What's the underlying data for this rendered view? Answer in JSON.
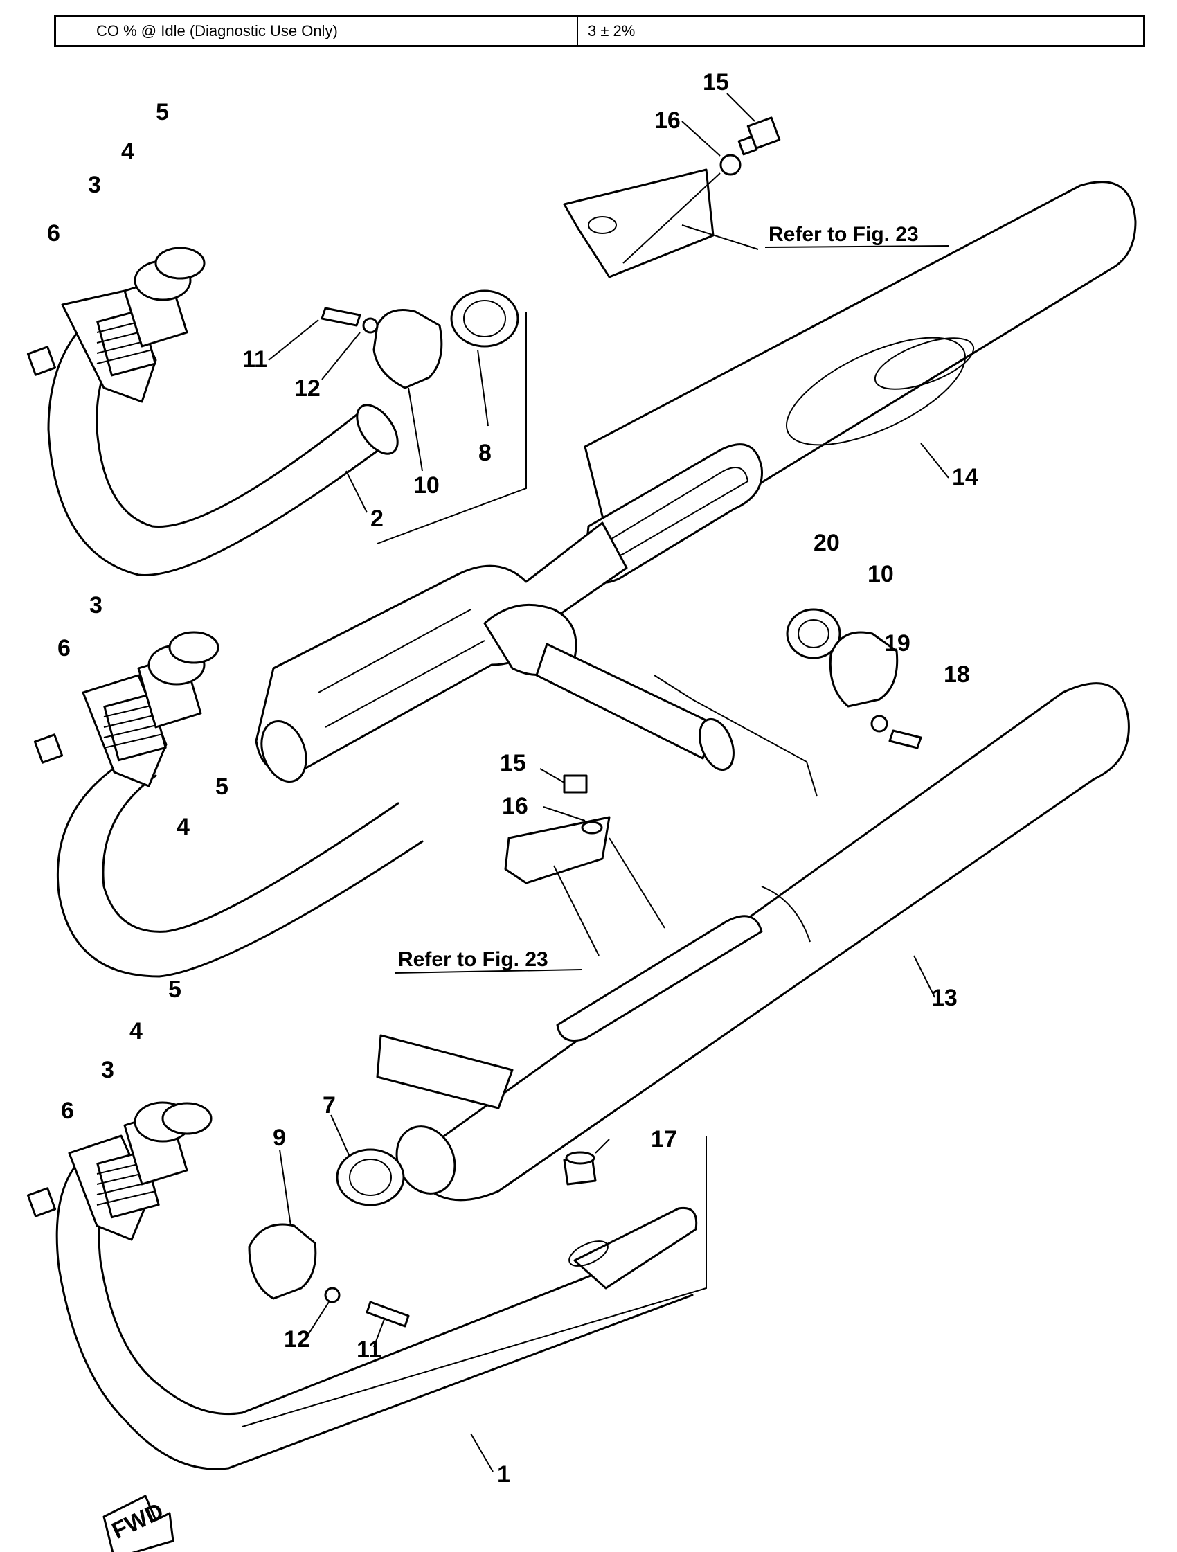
{
  "spec_table": {
    "label": "CO % @ Idle (Diagnostic Use Only)",
    "value": "3 ± 2%"
  },
  "reference_notes": {
    "upper": "Refer to Fig. 23",
    "middle": "Refer to Fig. 23"
  },
  "direction_marker": "FWD",
  "callouts": {
    "c1": "1",
    "c2": "2",
    "c3_top": "3",
    "c3_mid": "3",
    "c3_bot": "3",
    "c4_top": "4",
    "c4_mid": "4",
    "c4_bot": "4",
    "c5_top": "5",
    "c5_mid": "5",
    "c5_bot": "5",
    "c6_top": "6",
    "c6_mid": "6",
    "c6_bot": "6",
    "c7": "7",
    "c8": "8",
    "c9": "9",
    "c10_top": "10",
    "c10_right": "10",
    "c11_top": "11",
    "c11_bot": "11",
    "c12_top": "12",
    "c12_bot": "12",
    "c13": "13",
    "c14": "14",
    "c15_top": "15",
    "c15_mid": "15",
    "c16_top": "16",
    "c16_mid": "16",
    "c17": "17",
    "c18": "18",
    "c19": "19",
    "c20": "20"
  }
}
